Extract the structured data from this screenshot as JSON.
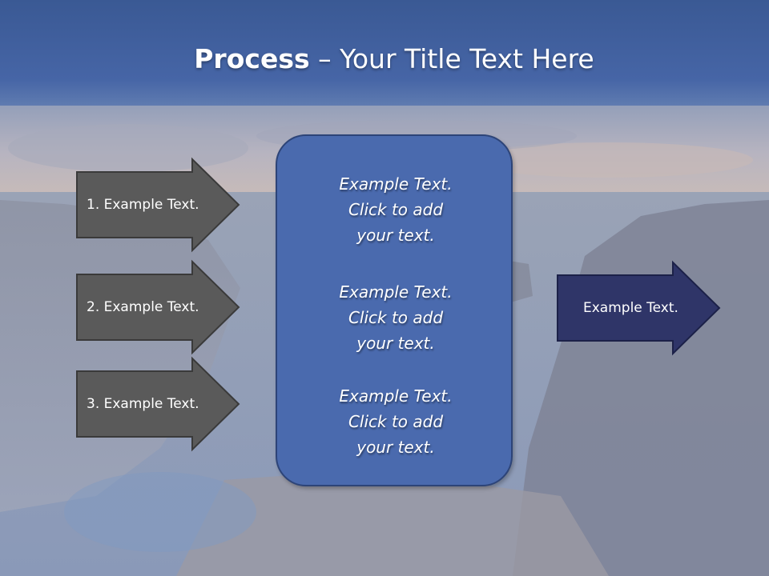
{
  "title": {
    "bold": "Process",
    "rest": " – Your Title Text Here"
  },
  "left_arrows": [
    {
      "label": "1. Example Text."
    },
    {
      "label": "2. Example Text."
    },
    {
      "label": "3. Example Text."
    }
  ],
  "center_box": {
    "paragraphs": [
      {
        "lines": [
          "Example Text.",
          "Click  to add",
          "your text."
        ]
      },
      {
        "lines": [
          "Example Text.",
          "Click  to add",
          "your text."
        ]
      },
      {
        "lines": [
          "Example Text.",
          "Click  to add",
          "your text."
        ]
      }
    ]
  },
  "right_arrow": {
    "label": "Example Text."
  },
  "colors": {
    "title_band": "#3f5f9f",
    "left_arrow_fill": "#5a5a5a",
    "center_box_fill": "#4a6aae",
    "right_arrow_fill": "#2f3568"
  }
}
